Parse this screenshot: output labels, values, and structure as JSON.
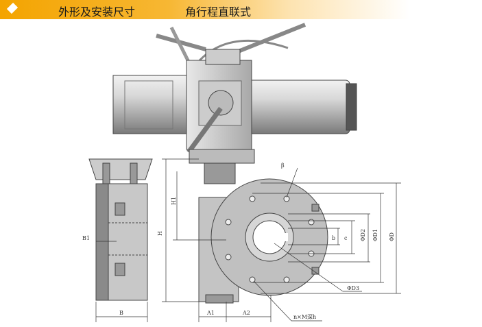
{
  "header": {
    "icon": "diamond-icon",
    "title": "外形及安装尺寸",
    "subtitle": "角行程直联式"
  },
  "drawing": {
    "labels": {
      "B1": "B1",
      "B": "B",
      "H1": "H1",
      "H": "H",
      "A1": "A1",
      "A2": "A2",
      "beta": "β",
      "D": "ΦD",
      "D1": "ΦD1",
      "D2": "ΦD2",
      "c": "c",
      "b": "b",
      "D3": "ΦD3",
      "thread": "n×M深h"
    }
  }
}
